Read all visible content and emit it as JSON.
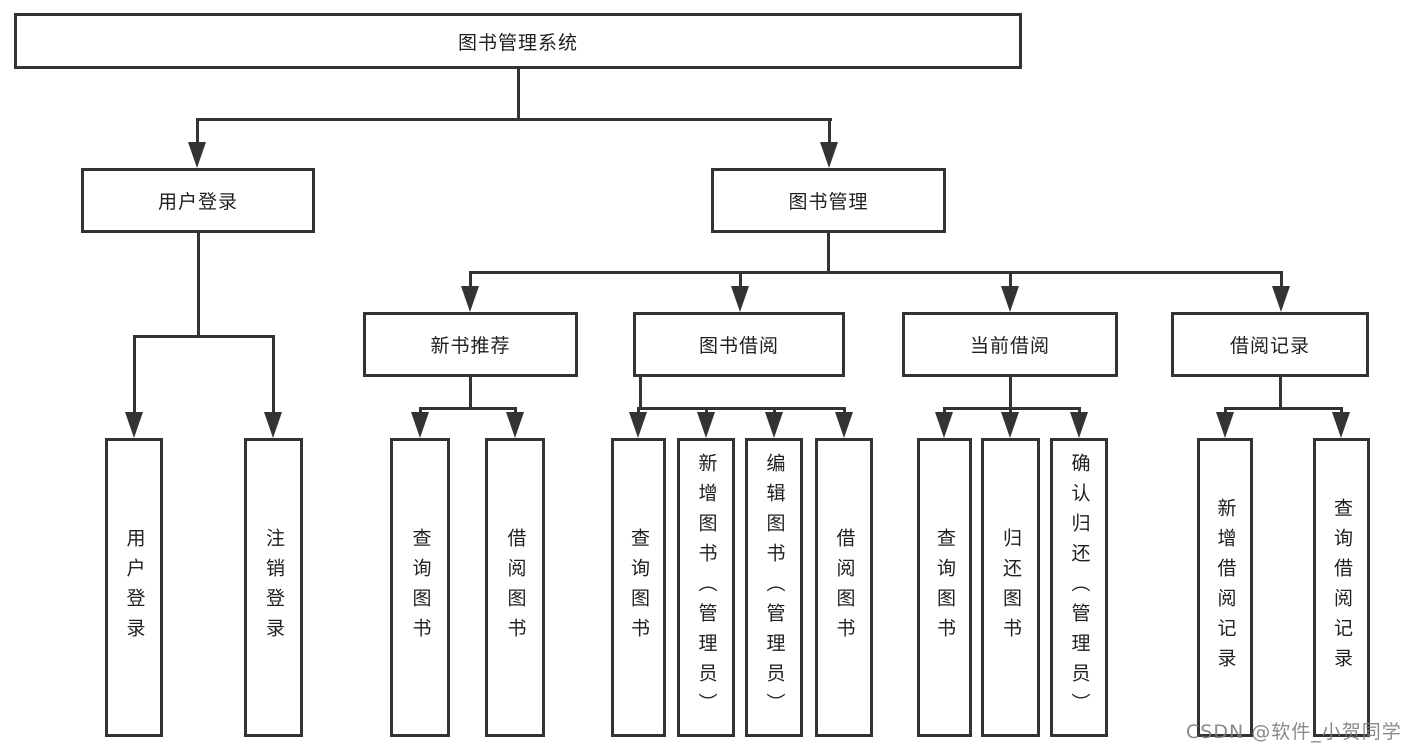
{
  "diagram": {
    "root": {
      "label": "图书管理系统"
    },
    "level2": [
      {
        "label": "用户登录"
      },
      {
        "label": "图书管理"
      }
    ],
    "level3": [
      {
        "label": "新书推荐"
      },
      {
        "label": "图书借阅"
      },
      {
        "label": "当前借阅"
      },
      {
        "label": "借阅记录"
      }
    ],
    "leaves": [
      {
        "label": "用户登录"
      },
      {
        "label": "注销登录"
      },
      {
        "label": "查询图书"
      },
      {
        "label": "借阅图书"
      },
      {
        "label": "查询图书"
      },
      {
        "label": "新增图书（管理员）"
      },
      {
        "label": "编辑图书（管理员）"
      },
      {
        "label": "借阅图书"
      },
      {
        "label": "查询图书"
      },
      {
        "label": "归还图书"
      },
      {
        "label": "确认归还（管理员）"
      },
      {
        "label": "新增借阅记录"
      },
      {
        "label": "查询借阅记录"
      }
    ],
    "hierarchy": {
      "图书管理系统": [
        "用户登录",
        "图书管理"
      ],
      "用户登录": [
        "用户登录",
        "注销登录"
      ],
      "图书管理": [
        "新书推荐",
        "图书借阅",
        "当前借阅",
        "借阅记录"
      ],
      "新书推荐": [
        "查询图书",
        "借阅图书"
      ],
      "图书借阅": [
        "查询图书",
        "新增图书（管理员）",
        "编辑图书（管理员）",
        "借阅图书"
      ],
      "当前借阅": [
        "查询图书",
        "归还图书",
        "确认归还（管理员）"
      ],
      "借阅记录": [
        "新增借阅记录",
        "查询借阅记录"
      ]
    }
  },
  "watermark": {
    "text": "CSDN @软件_小贺同学"
  },
  "colors": {
    "background": "#ffffff",
    "box_fill": "#ffffff",
    "box_border": "#333333",
    "line": "#333333",
    "text": "#1f1f1f",
    "watermark": "#7d7d82"
  }
}
